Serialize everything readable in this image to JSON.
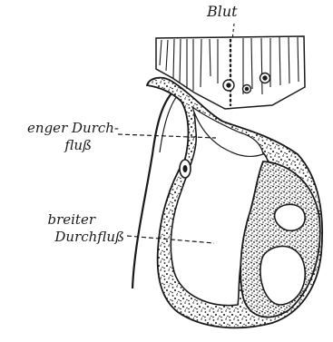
{
  "labels": {
    "top": "Blut",
    "narrow_line1": "enger Durch-",
    "narrow_line2": "fluß",
    "wide_line1": "breiter",
    "wide_line2": "Durchfluß"
  }
}
